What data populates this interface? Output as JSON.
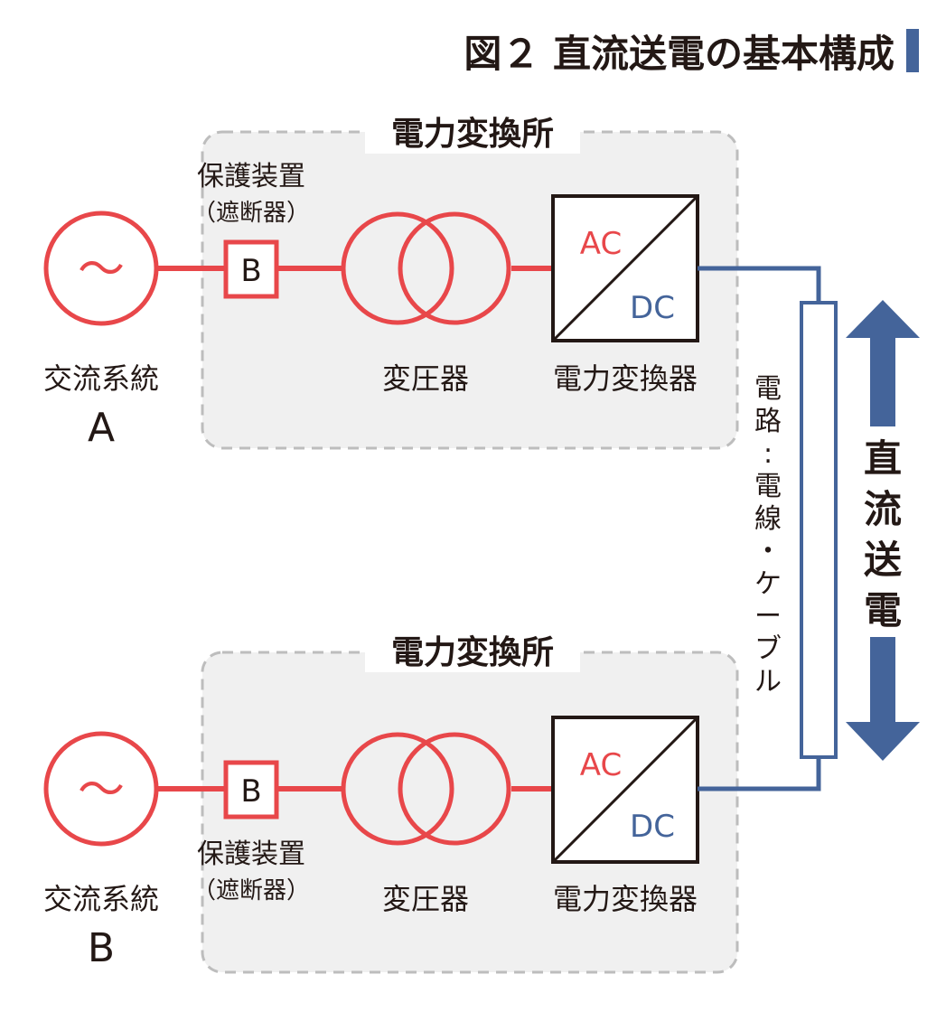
{
  "title": "図２ 直流送電の基本構成",
  "colors": {
    "ac_red": "#E8474A",
    "dc_blue": "#44649A",
    "black": "#231815",
    "station_fill": "#F0F0F0",
    "station_border": "#BDBDBD"
  },
  "systems": [
    {
      "station_label": "電力変換所",
      "source_label": "交流系統",
      "source_letter": "A",
      "source_symbol": "〜",
      "breaker_letter": "B",
      "breaker_label_line1": "保護装置",
      "breaker_label_line2": "（遮断器）",
      "transformer_label": "変圧器",
      "converter_ac": "AC",
      "converter_dc": "DC",
      "converter_label": "電力変換器"
    },
    {
      "station_label": "電力変換所",
      "source_label": "交流系統",
      "source_letter": "B",
      "source_symbol": "〜",
      "breaker_letter": "B",
      "breaker_label_line1": "保護装置",
      "breaker_label_line2": "（遮断器）",
      "transformer_label": "変圧器",
      "converter_ac": "AC",
      "converter_dc": "DC",
      "converter_label": "電力変換器"
    }
  ],
  "line_label_chars": [
    "電",
    "路",
    ":",
    "電",
    "線",
    "・",
    "ケ",
    "ー",
    "ブ",
    "ル"
  ],
  "dc_transmission_chars": [
    "直",
    "流",
    "送",
    "電"
  ]
}
